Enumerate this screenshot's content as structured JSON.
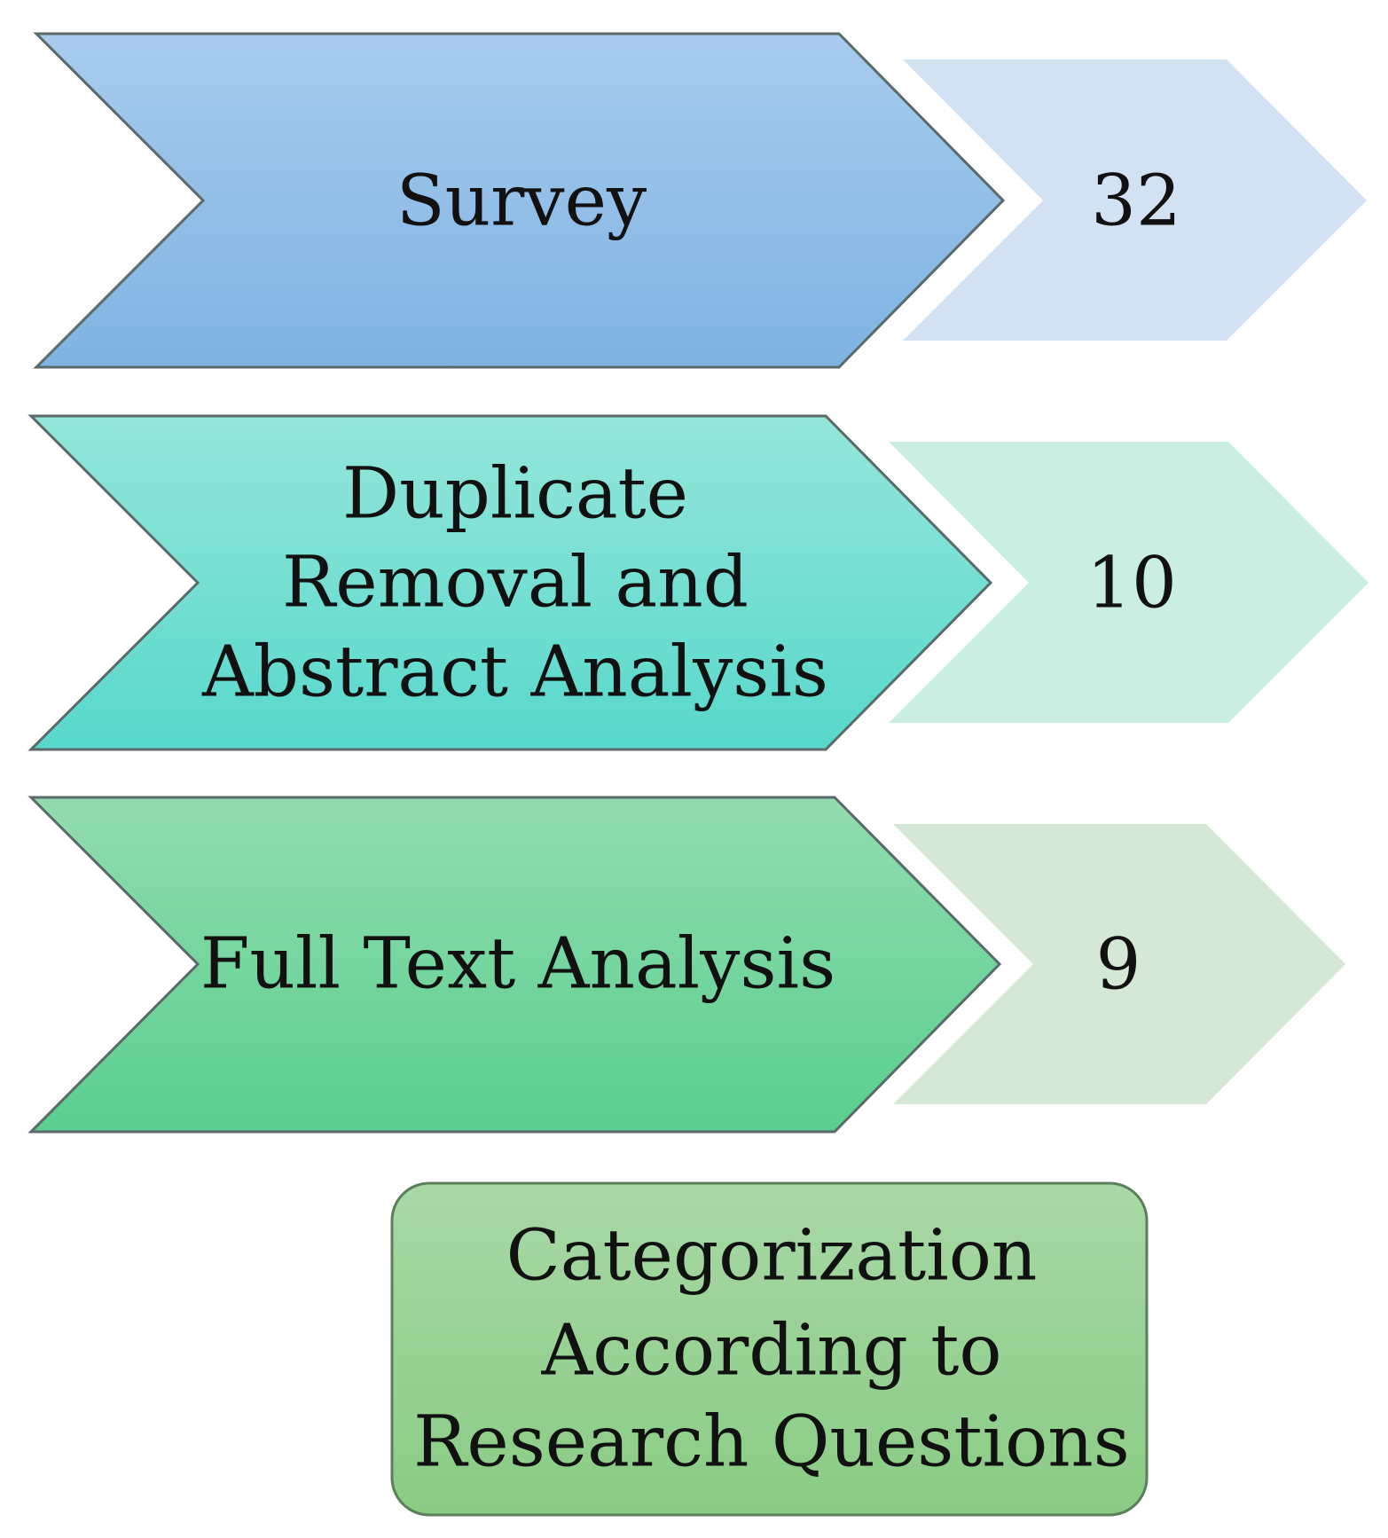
{
  "stages": [
    {
      "label_lines": [
        "Survey"
      ],
      "count": "32",
      "colors": {
        "top": "#a8cbed",
        "bottom": "#7fb3e3",
        "count_fill": "#d3e2f3"
      }
    },
    {
      "label_lines": [
        "Duplicate",
        "Removal and",
        "Abstract Analysis"
      ],
      "count": "10",
      "colors": {
        "top": "#95e6da",
        "bottom": "#57d8cb",
        "count_fill": "#cbeee2"
      }
    },
    {
      "label_lines": [
        "Full Text Analysis"
      ],
      "count": "9",
      "colors": {
        "top": "#92dcaf",
        "bottom": "#5acf8f",
        "count_fill": "#d5e8d6"
      }
    }
  ],
  "final_box": {
    "label_lines": [
      "Categorization",
      "According to",
      "Research Questions"
    ],
    "colors": {
      "top": "#a8d8a6",
      "bottom": "#8acb84",
      "border": "#5a7f5a"
    }
  },
  "colors": {
    "chevron_border": "#5a6a6a"
  }
}
